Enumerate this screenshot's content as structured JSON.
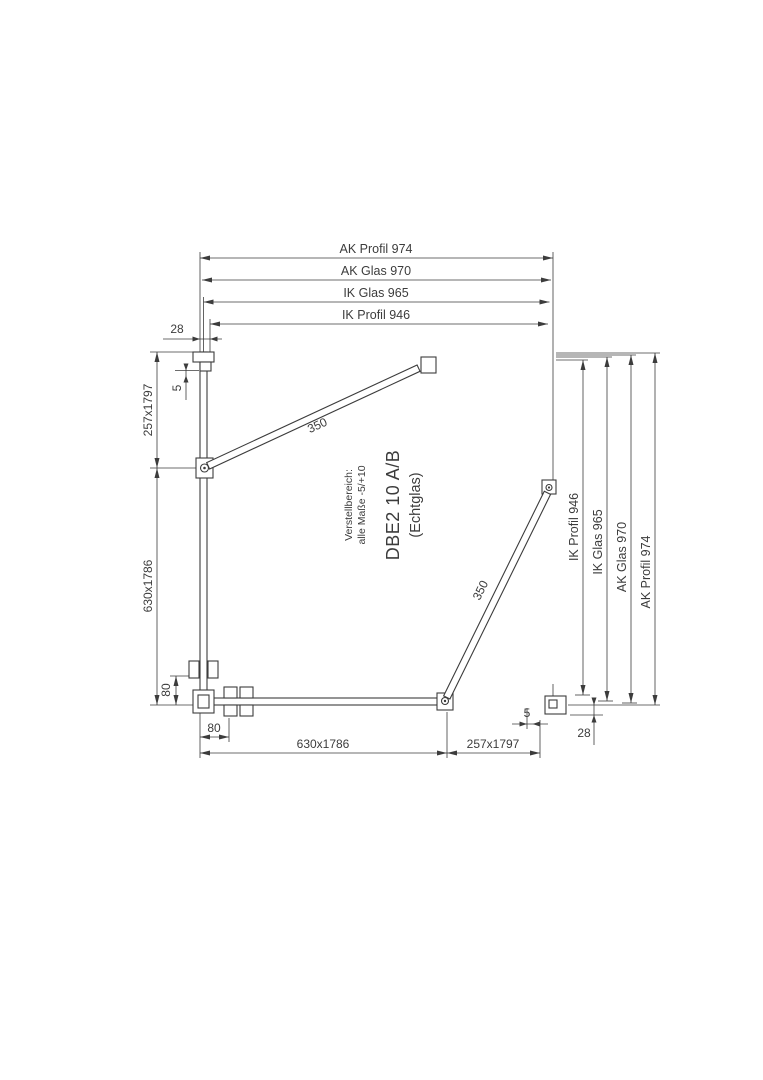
{
  "colors": {
    "line": "#3c3c3c",
    "background": "#ffffff"
  },
  "title_block": {
    "model": "DBE2 10 A/B",
    "glass_type": "(Echtglas)",
    "note_line1": "Verstellbereich:",
    "note_line2": "alle Maße -5/+10"
  },
  "dimensions": {
    "top": [
      {
        "label": "AK Profil 974"
      },
      {
        "label": "AK Glas 970"
      },
      {
        "label": "IK Glas 965"
      },
      {
        "label": "IK Profil 946"
      }
    ],
    "right": [
      {
        "label": "IK Profil 946"
      },
      {
        "label": "IK Glas 965"
      },
      {
        "label": "AK Glas 970"
      },
      {
        "label": "AK Profil 974"
      }
    ],
    "left": {
      "wall_offset": "28",
      "glass_gap": "5",
      "upper_panel": "257x1797",
      "lower_panel": "630x1786",
      "clamp_offset": "80"
    },
    "bottom": {
      "clamp_offset": "80",
      "left_panel": "630x1786",
      "right_panel": "257x1797",
      "glass_gap": "5",
      "wall_offset": "28"
    },
    "doors": {
      "door1_width": "350",
      "door2_width": "350"
    }
  }
}
